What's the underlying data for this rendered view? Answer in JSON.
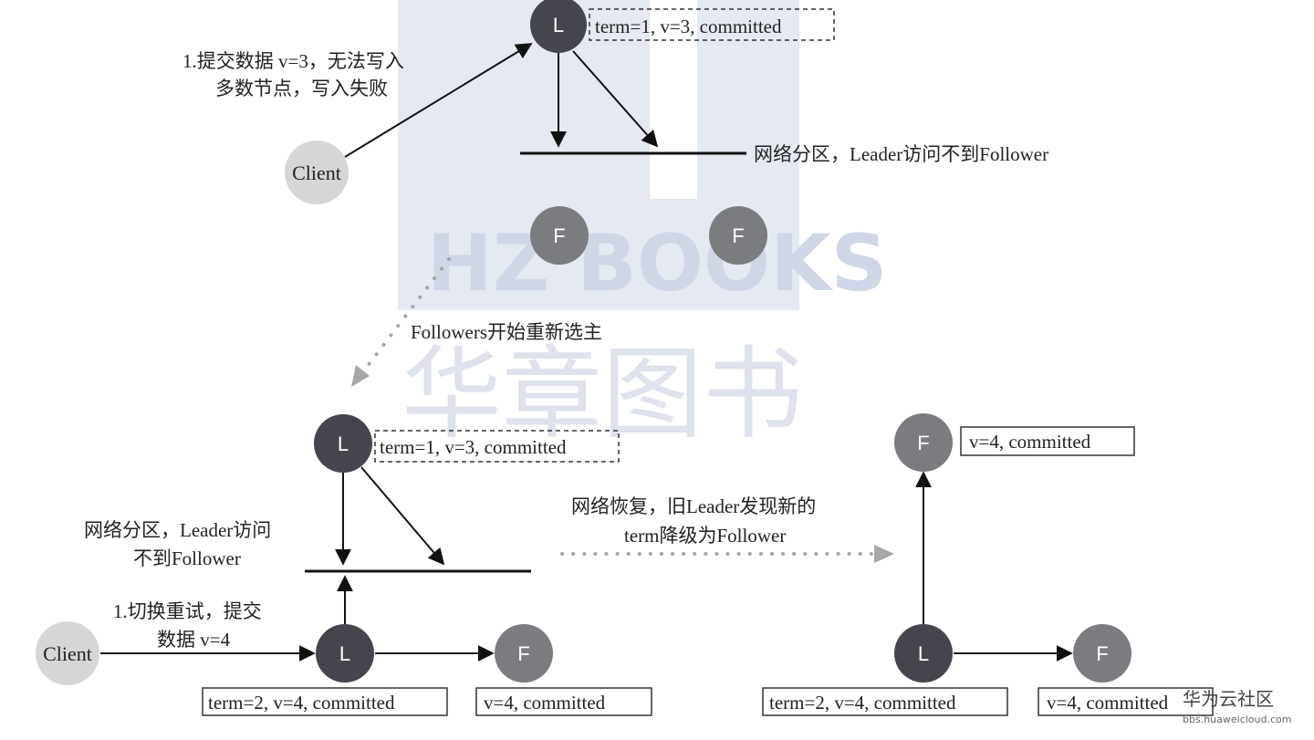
{
  "colors": {
    "leader": "#45464d",
    "follower": "#7b7c80",
    "client": "#d6d6d6",
    "watermark": "#dde3ee"
  },
  "watermark": {
    "brand": "HZ BOOKS",
    "chinese": "华章图书"
  },
  "corner": {
    "brand_cn": "华为云社区",
    "brand_url": "bbs.huaweicloud.com"
  },
  "nodes": {
    "leader": "L",
    "follower": "F",
    "client": "Client"
  },
  "top": {
    "leader_state": "term=1, v=3, committed",
    "client_note_line1": "1.提交数据 v=3，无法写入",
    "client_note_line2": "多数节点，写入失败",
    "partition_note": "网络分区，Leader访问不到Follower"
  },
  "transition": {
    "election_note": "Followers开始重新选主",
    "recovery_line1": "网络恢复，旧Leader发现新的",
    "recovery_line2": "term降级为Follower"
  },
  "bottom_left": {
    "old_leader_state": "term=1, v=3, committed",
    "partition_line1": "网络分区，Leader访问",
    "partition_line2": "不到Follower",
    "retry_line1": "1.切换重试，提交",
    "retry_line2": "数据 v=4",
    "new_leader_state": "term=2, v=4, committed",
    "follower_state": "v=4, committed"
  },
  "bottom_right": {
    "follower_top_state": "v=4, committed",
    "leader_state": "term=2, v=4, committed",
    "follower_right_state": "v=4, committed"
  }
}
